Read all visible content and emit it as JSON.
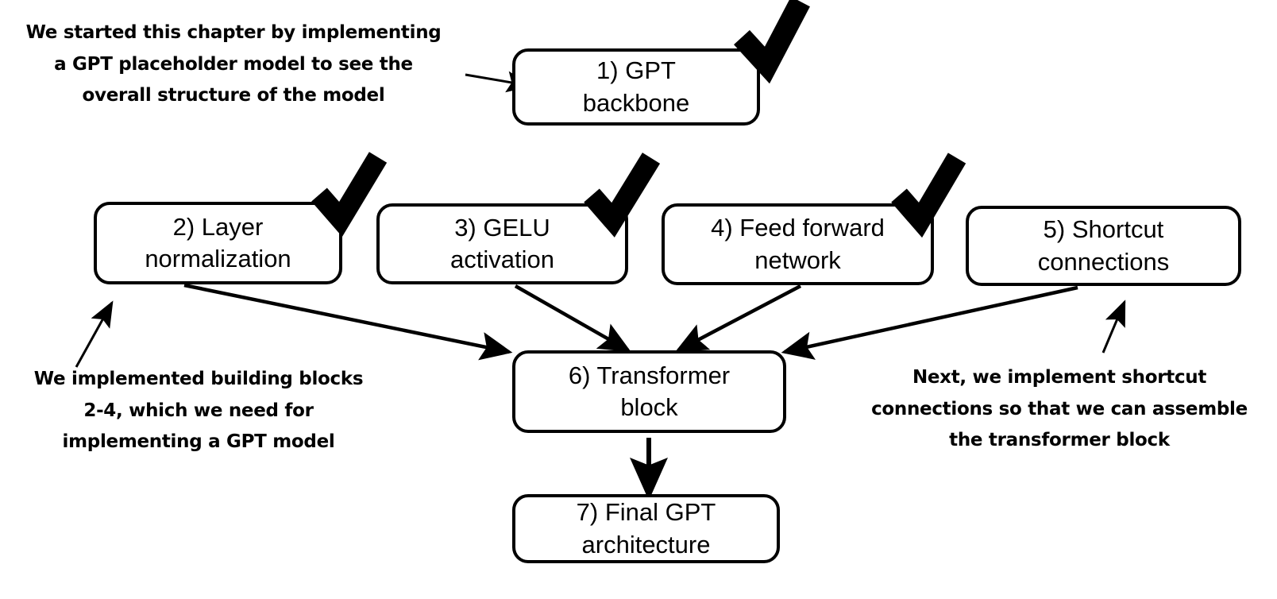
{
  "diagram": {
    "title": "GPT model chapter overview flowchart",
    "background_color": "#ffffff",
    "line_color": "#000000",
    "nodes": [
      {
        "id": "gpt-backbone",
        "number": "1)",
        "label": "1) GPT\nbackbone",
        "checked": true
      },
      {
        "id": "layer-normalization",
        "number": "2)",
        "label": "2) Layer\nnormalization",
        "checked": true
      },
      {
        "id": "gelu-activation",
        "number": "3)",
        "label": "3) GELU\nactivation",
        "checked": true
      },
      {
        "id": "feed-forward-network",
        "number": "4)",
        "label": "4) Feed forward\nnetwork",
        "checked": true
      },
      {
        "id": "shortcut-connections",
        "number": "5)",
        "label": "5) Shortcut\nconnections",
        "checked": false
      },
      {
        "id": "transformer-block",
        "number": "6)",
        "label": "6) Transformer\nblock",
        "checked": false
      },
      {
        "id": "final-gpt",
        "number": "7)",
        "label": "7) Final GPT\narchitecture",
        "checked": false
      }
    ],
    "notes": [
      {
        "id": "note-chapter-start",
        "text": "We started this chapter by implementing\na GPT placeholder model to see the\noverall structure of the model"
      },
      {
        "id": "note-building-blocks",
        "text": "We implemented building blocks\n2-4, which we need for\nimplementing a GPT model"
      },
      {
        "id": "note-shortcut-next",
        "text": "Next, we implement shortcut\nconnections so that we can assemble\nthe transformer block"
      }
    ],
    "icons": {
      "checkmark": "check-icon",
      "arrowhead": "arrow-head-icon"
    }
  }
}
